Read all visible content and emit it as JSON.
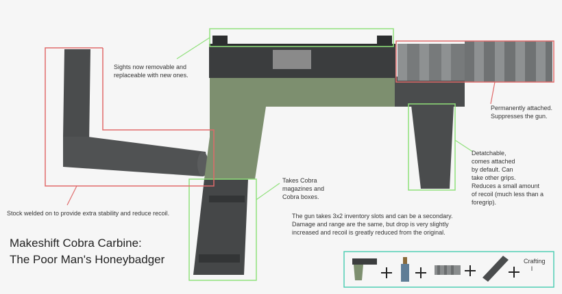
{
  "title_line1": "Makeshift Cobra Carbine:",
  "title_line2": "The Poor Man's Honeybadger",
  "annotations": {
    "sights": "Sights now removable and\nreplaceable with new ones.",
    "suppressor": "Permanently attached.\nSuppresses the gun.",
    "grip": "Detatchable,\ncomes attached\nby default. Can\ntake other grips.\nReduces a small amount\nof recoil (much less than a\nforegrip).",
    "magazine": "Takes Cobra\nmagazines and\nCobra boxes.",
    "stock": "Stock welded on to provide extra stability and reduce recoil.",
    "description": "The gun takes 3x2 inventory slots and can be a secondary.\nDamage and range are the same, but drop is very slightly\nincreased and recoil is greatly reduced from the original."
  },
  "crafting": {
    "label": "Crafting\nI",
    "components": [
      "cobra-pistol-icon",
      "bottle-icon",
      "suppressor-icon",
      "stock-icon"
    ]
  },
  "colors": {
    "green_box": "#8fe07a",
    "red_box": "#e06a6a",
    "teal_box": "#4ecdb4",
    "body_dark": "#3b3d3e",
    "body_green": "#7d8f6f"
  }
}
